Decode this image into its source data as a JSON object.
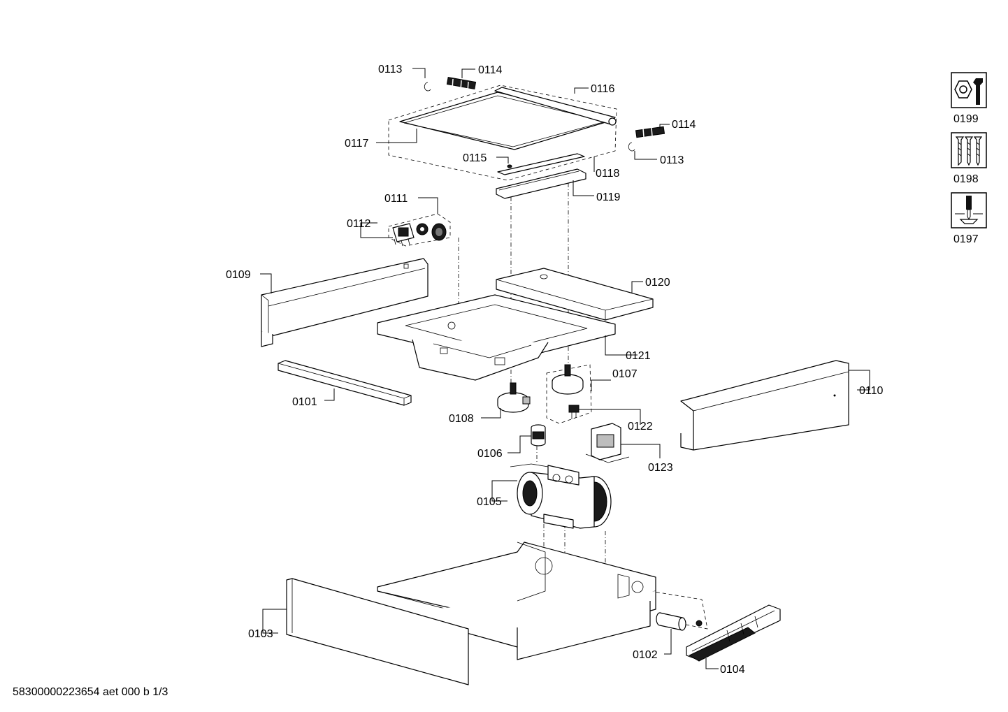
{
  "document_ref": "58300000223654 aet 000 b 1/3",
  "legend_icons": [
    {
      "code": "0199",
      "icon": "nut-and-wrench-icon"
    },
    {
      "code": "0198",
      "icon": "screws-icon"
    },
    {
      "code": "0197",
      "icon": "screwdriver-icon"
    }
  ],
  "parts": {
    "p0101": "0101",
    "p0102": "0102",
    "p0103": "0103",
    "p0104": "0104",
    "p0105": "0105",
    "p0106": "0106",
    "p0107": "0107",
    "p0108": "0108",
    "p0109": "0109",
    "p0110": "0110",
    "p0111": "0111",
    "p0112": "0112",
    "p0113a": "0113",
    "p0113b": "0113",
    "p0114a": "0114",
    "p0114b": "0114",
    "p0115": "0115",
    "p0116": "0116",
    "p0117": "0117",
    "p0118": "0118",
    "p0119": "0119",
    "p0120": "0120",
    "p0121": "0121",
    "p0122": "0122",
    "p0123": "0123"
  }
}
